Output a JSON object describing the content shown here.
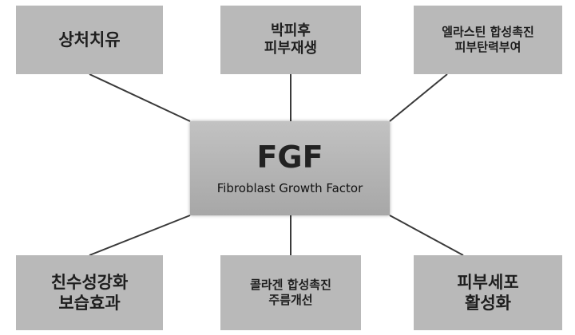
{
  "center": {
    "title": "FGF",
    "subtitle": "Fibroblast Growth Factor"
  },
  "nodes": {
    "top_left": {
      "lines": [
        "상처치유"
      ]
    },
    "top_center": {
      "lines": [
        "박피후",
        "피부재생"
      ]
    },
    "top_right": {
      "lines": [
        "엘라스틴 합성촉진",
        "피부탄력부여"
      ]
    },
    "bottom_left": {
      "lines": [
        "친수성강화",
        "보습효과"
      ]
    },
    "bottom_center": {
      "lines": [
        "콜라겐 합성촉진",
        "주름개선"
      ]
    },
    "bottom_right": {
      "lines": [
        "피부세포",
        "활성화"
      ]
    }
  },
  "colors": {
    "box_fill": "#b9b9b9",
    "center_fill_top": "#c2c2c2",
    "center_fill_bottom": "#a7a7a7",
    "connector": "#3a3a3a",
    "text": "#1e1e1e"
  }
}
